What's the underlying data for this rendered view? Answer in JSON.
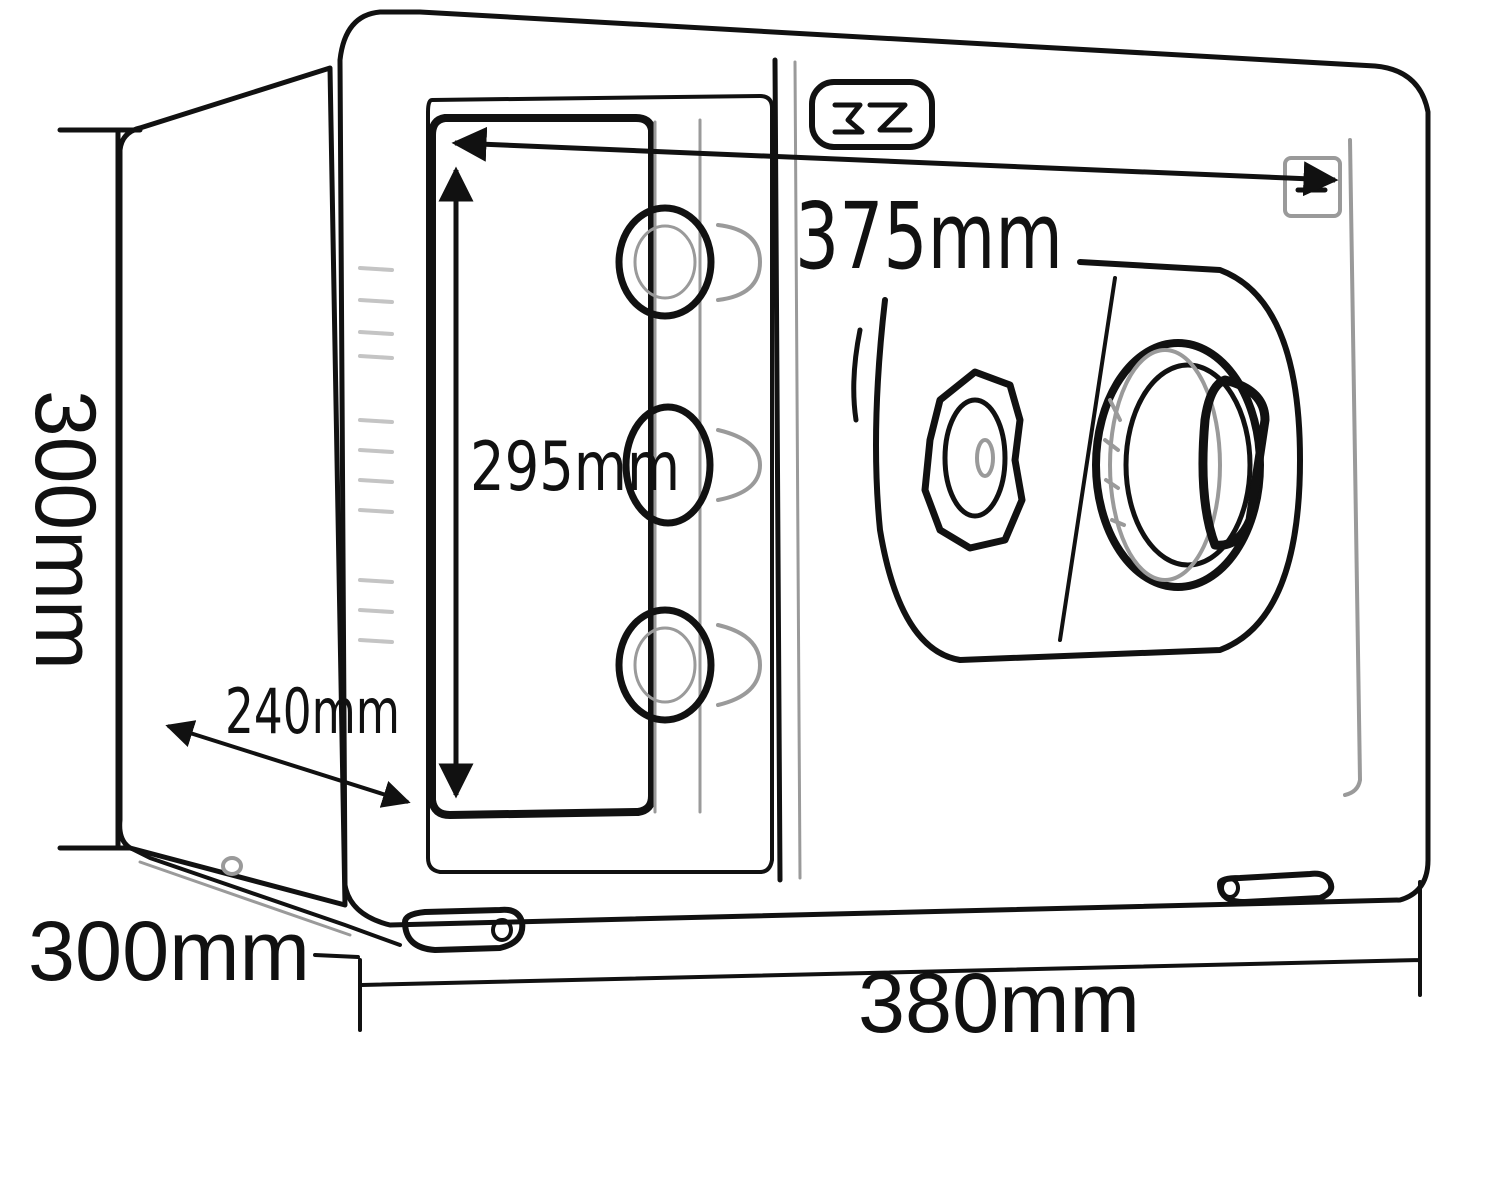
{
  "diagram": {
    "subject": "safe-box",
    "colors": {
      "ink": "#111111",
      "soft": "#9a9a9a",
      "background": "#ffffff"
    },
    "dimensions": {
      "inner_width": "375mm",
      "inner_height": "295mm",
      "inner_depth": "240mm",
      "outer_height": "300mm",
      "outer_depth": "300mm",
      "outer_width": "380mm"
    }
  }
}
